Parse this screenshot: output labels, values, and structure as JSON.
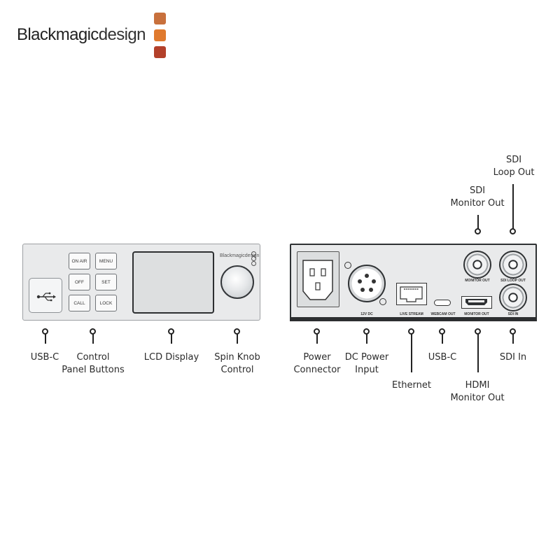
{
  "brand": {
    "name_part1": "Blackmagic",
    "name_part2": "design",
    "square_colors": [
      "#c8703c",
      "#e07a2e",
      "#b3402a"
    ]
  },
  "front_panel": {
    "brand_small": "Blackmagicdesign",
    "buttons": [
      "ON AIR",
      "MENU",
      "OFF",
      "SET",
      "CALL",
      "LOCK"
    ]
  },
  "rear_panel": {
    "port_labels": {
      "dc": "12V DC",
      "live_stream": "LIVE STREAM",
      "webcam_out": "WEBCAM OUT",
      "hdmi_monitor_out": "MONITOR OUT",
      "sdi_monitor_out": "MONITOR OUT",
      "sdi_loop_out": "SDI LOOP OUT",
      "sdi_in": "SDI IN"
    }
  },
  "callouts": {
    "front": [
      {
        "id": "usb-c-front",
        "lines": [
          "USB-C"
        ]
      },
      {
        "id": "control-panel-buttons",
        "lines": [
          "Control",
          "Panel Buttons"
        ]
      },
      {
        "id": "lcd-display",
        "lines": [
          "LCD Display"
        ]
      },
      {
        "id": "spin-knob-control",
        "lines": [
          "Spin Knob",
          "Control"
        ]
      }
    ],
    "rear_below": [
      {
        "id": "power-connector",
        "lines": [
          "Power",
          "Connector"
        ]
      },
      {
        "id": "dc-power-input",
        "lines": [
          "DC Power",
          "Input"
        ]
      },
      {
        "id": "ethernet",
        "lines": [
          "Ethernet"
        ]
      },
      {
        "id": "usb-c-rear",
        "lines": [
          "USB-C"
        ]
      },
      {
        "id": "hdmi-monitor-out",
        "lines": [
          "HDMI",
          "Monitor Out"
        ]
      },
      {
        "id": "sdi-in",
        "lines": [
          "SDI In"
        ]
      }
    ],
    "rear_above": [
      {
        "id": "sdi-monitor-out",
        "lines": [
          "SDI",
          "Monitor Out"
        ]
      },
      {
        "id": "sdi-loop-out",
        "lines": [
          "SDI",
          "Loop Out"
        ]
      }
    ]
  }
}
